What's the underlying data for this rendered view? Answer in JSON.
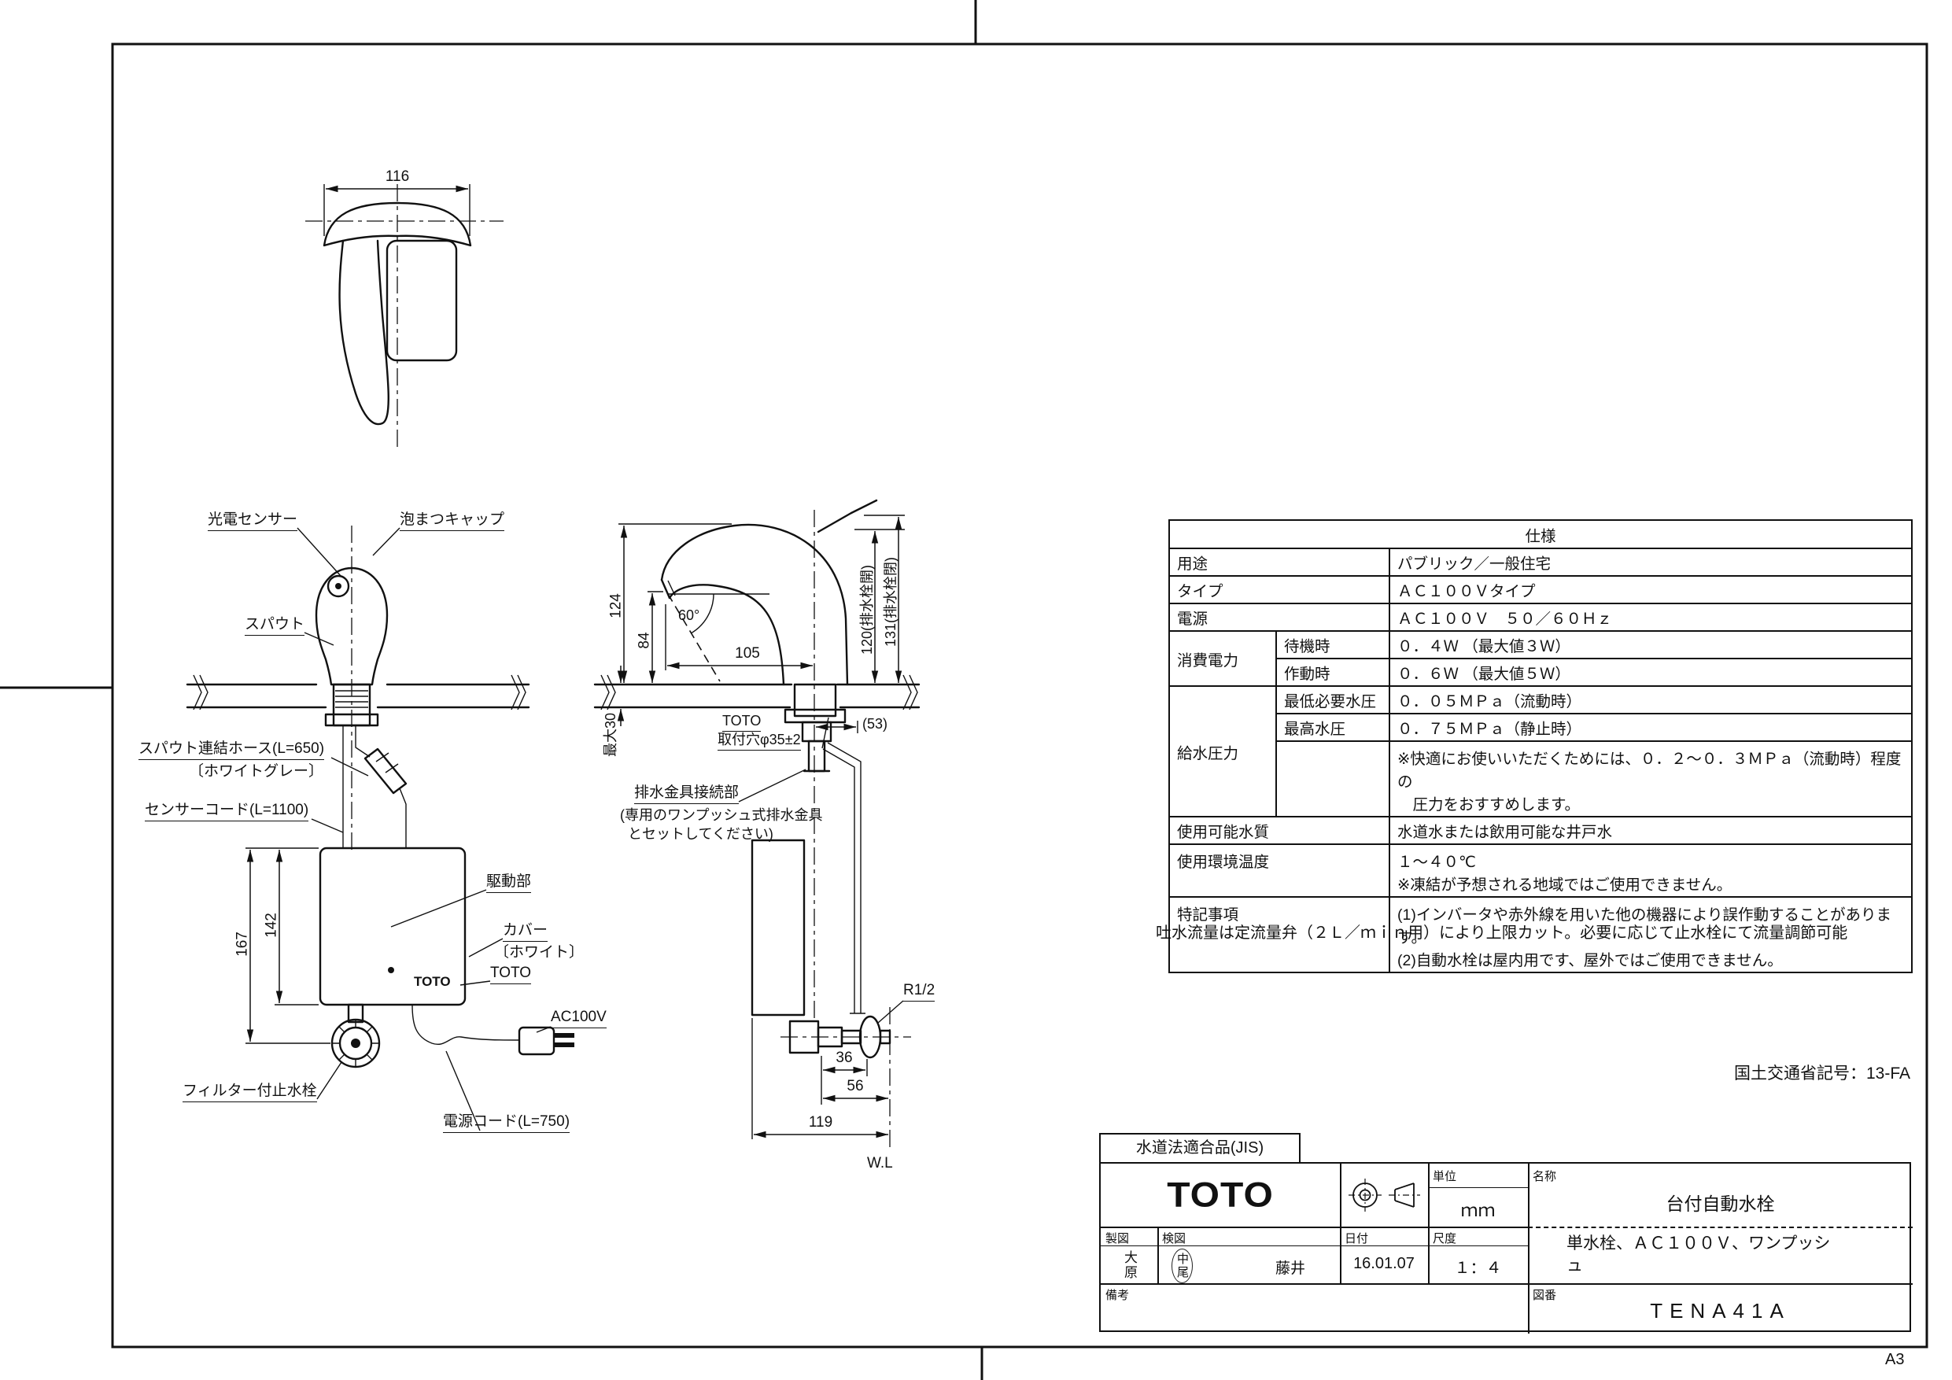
{
  "sheet": {
    "size": "A3",
    "ministry_code": "国土交通省記号：13-FA",
    "flow_note": "吐水流量は定流量弁（２Ｌ／ｍｉｎ用）により上限カット。必要に応じて止水栓にて流量調節可能"
  },
  "views": {
    "top": {
      "dim_116": "116"
    },
    "front": {
      "photo_sensor": "光電センサー",
      "foam_cap": "泡まつキャップ",
      "spout": "スパウト",
      "spout_hose": "スパウト連結ホース(L=650)",
      "spout_hose_color": "〔ホワイトグレー〕",
      "sensor_cord": "センサーコード(L=1100)",
      "drive_unit": "駆動部",
      "cover": "カバー",
      "cover_color": "〔ホワイト〕",
      "toto_mark": "TOTO",
      "box_logo": "TOTO",
      "ac_plug": "AC100V",
      "filter_stop_valve": "フィルター付止水栓",
      "power_cord": "電源コード(L=750)",
      "dim_167": "167",
      "dim_142": "142"
    },
    "side": {
      "dim_124": "124",
      "dim_84": "84",
      "dim_60deg": "60°",
      "dim_105": "105",
      "dim_120": "120(排水栓開)",
      "dim_131": "131(排水栓閉)",
      "dim_max30": "最大30",
      "dim_53": "(53)",
      "toto_mark": "TOTO",
      "mount_hole": "取付穴φ35±2",
      "drain_fitting": "排水金具接続部",
      "drain_note1": "(専用のワンプッシュ式排水金具",
      "drain_note2": "とセットしてください)",
      "dim_36": "36",
      "dim_56": "56",
      "dim_119": "119",
      "r_half": "R1/2",
      "wl": "W.L"
    }
  },
  "spec": {
    "title": "仕様",
    "usage_label": "用途",
    "usage_value": "パブリック／一般住宅",
    "type_label": "タイプ",
    "type_value": "ＡＣ１００Ｖタイプ",
    "power_label": "電源",
    "power_value": "ＡＣ１００Ｖ　５０／６０Ｈｚ",
    "consumption_label": "消費電力",
    "standby_label": "待機時",
    "standby_value": "０．４Ｗ （最大値３Ｗ）",
    "operating_label": "作動時",
    "operating_value": "０．６Ｗ （最大値５Ｗ）",
    "pressure_label": "給水圧力",
    "min_pressure_label": "最低必要水圧",
    "min_pressure_value": "０．０５ＭＰａ（流動時）",
    "max_pressure_label": "最高水圧",
    "max_pressure_value": "０．７５ＭＰａ（静止時）",
    "pressure_note": "※快適にお使いいただくためには、０．２～０．３ＭＰａ（流動時）程度の\n　圧力をおすすめします。",
    "quality_label": "使用可能水質",
    "quality_value": "水道水または飲用可能な井戸水",
    "temp_label": "使用環境温度",
    "temp_value": "１～４０℃\n※凍結が予想される地域ではご使用できません。",
    "notes_label": "特記事項",
    "notes_value": "(1)インバータや赤外線を用いた他の機器により誤作動することがあります。\n(2)自動水栓は屋内用です、屋外ではご使用できません。"
  },
  "title_block": {
    "jis": "水道法適合品(JIS)",
    "logo": "TOTO",
    "unit_label": "単位",
    "unit_value": "ｍｍ",
    "name_label": "名称",
    "name_value": "台付自動水栓",
    "subtitle": "単水栓、ＡＣ１００Ｖ、ワンプッシ\nュ",
    "drafter_label": "製図",
    "drafter": "大原",
    "checker_label": "検図",
    "checker1": "中尾",
    "checker2": "藤井",
    "date_label": "日付",
    "date": "16.01.07",
    "scale_label": "尺度",
    "scale": "１：４",
    "remarks_label": "備考",
    "number_label": "図番",
    "number": "TENA41A"
  }
}
